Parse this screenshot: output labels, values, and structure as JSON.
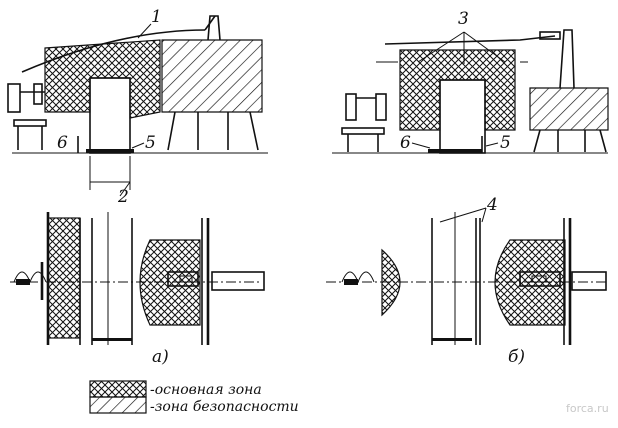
{
  "labels": {
    "callout_1": "1",
    "callout_2": "2",
    "callout_3": "3",
    "callout_4": "4",
    "callout_5a": "5",
    "callout_6a": "6",
    "callout_5b": "5",
    "callout_6b": "6",
    "caption_a": "а)",
    "caption_b": "б)"
  },
  "legend": {
    "main_zone": "-основная зона",
    "safety_zone": "-зона безопасности"
  },
  "watermark": "forca.ru"
}
